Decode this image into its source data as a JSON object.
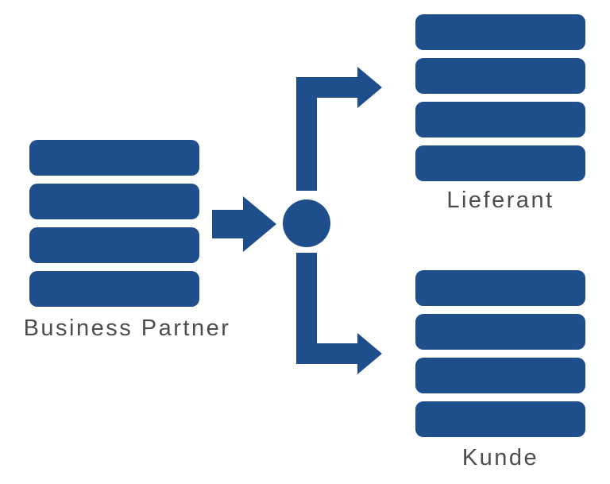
{
  "diagram": {
    "background_color": "#ffffff",
    "accent_color": "#1E4E8C",
    "label_color": "#4D4D4D",
    "nodes": [
      {
        "id": "business-partner",
        "label": "Business Partner",
        "bar_count": 4
      },
      {
        "id": "lieferant",
        "label": "Lieferant",
        "bar_count": 4
      },
      {
        "id": "kunde",
        "label": "Kunde",
        "bar_count": 4
      }
    ],
    "connectors": [
      {
        "id": "main-arrow",
        "shape": "arrow-right",
        "from": "business-partner",
        "to": "hub"
      },
      {
        "id": "hub",
        "shape": "circle"
      },
      {
        "id": "branch-up",
        "shape": "elbow-arrow-up-right",
        "from": "hub",
        "to": "lieferant"
      },
      {
        "id": "branch-down",
        "shape": "elbow-arrow-down-right",
        "from": "hub",
        "to": "kunde"
      }
    ]
  }
}
